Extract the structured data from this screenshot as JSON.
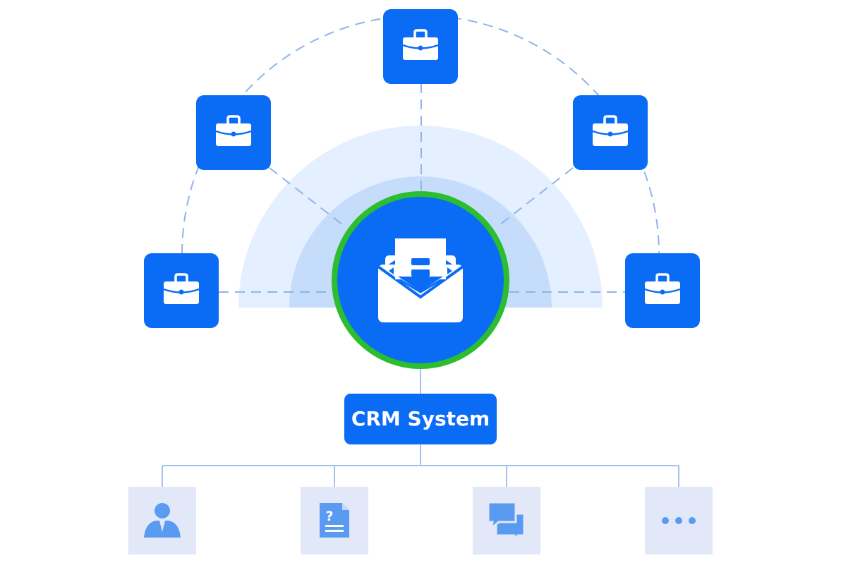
{
  "center": {
    "label": "CRM System",
    "icon": "mail-document-icon",
    "ring_color": "#2bbf2f",
    "fill_color": "#0a6cf5"
  },
  "satellites": [
    {
      "id": "left",
      "icon": "briefcase-icon"
    },
    {
      "id": "upper-left",
      "icon": "briefcase-icon"
    },
    {
      "id": "top",
      "icon": "briefcase-icon"
    },
    {
      "id": "upper-right",
      "icon": "briefcase-icon"
    },
    {
      "id": "right",
      "icon": "briefcase-icon"
    }
  ],
  "modules": [
    {
      "id": "customer",
      "icon": "user-icon"
    },
    {
      "id": "faq",
      "icon": "question-document-icon"
    },
    {
      "id": "messages",
      "icon": "chat-bubbles-icon"
    },
    {
      "id": "more",
      "icon": "more-dots-icon"
    }
  ],
  "colors": {
    "primary": "#0a6cf5",
    "halo_outer": "#e4efff",
    "halo_inner": "#c5dcfb",
    "connector": "#8fb4ea",
    "module_bg": "#e2e8f7",
    "module_icon": "#5a9bf2"
  }
}
